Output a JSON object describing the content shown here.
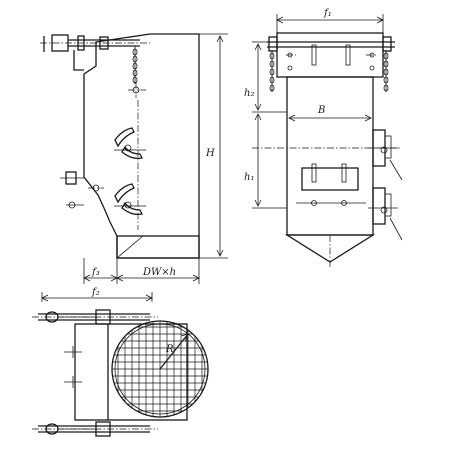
{
  "labels": {
    "front_height": "H",
    "front_f3": "f₃",
    "front_dwxh": "DW×h",
    "side_f1": "f₁",
    "side_h2": "h₂",
    "side_b": "B",
    "side_h1": "h₁",
    "plan_f2": "f₂",
    "plan_radius": "R"
  }
}
